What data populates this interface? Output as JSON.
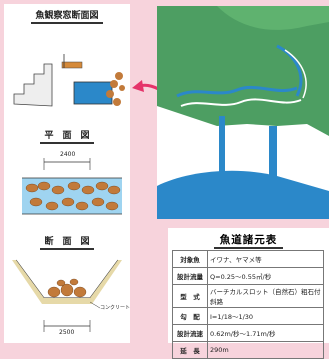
{
  "left": {
    "section1_title": "魚観察窓断面図",
    "section2_title": "平　面　図",
    "section2_dim": "2400",
    "section3_title": "断　面　図",
    "section3_dim": "2500",
    "section3_note": "コンクリート"
  },
  "spec_table": {
    "title": "魚道諸元表",
    "rows": [
      {
        "key": "対象魚",
        "value": "イワナ、ヤマメ等"
      },
      {
        "key": "設計流量",
        "value": "Q=0.25〜0.55㎥/秒"
      },
      {
        "key": "型　式",
        "value": "バーチカルスロット（自然石）粗石付斜路"
      },
      {
        "key": "勾　配",
        "value": "I=1/18〜1/30"
      },
      {
        "key": "設計流速",
        "value": "0.62m/秒〜1.71m/秒"
      },
      {
        "key": "延　長",
        "value": "290m"
      }
    ]
  },
  "colors": {
    "background": "#f7d3dc",
    "water": "#2b88c9",
    "land": "#4d9e62",
    "arrow": "#e5336a",
    "stone": "#c27a3a"
  }
}
